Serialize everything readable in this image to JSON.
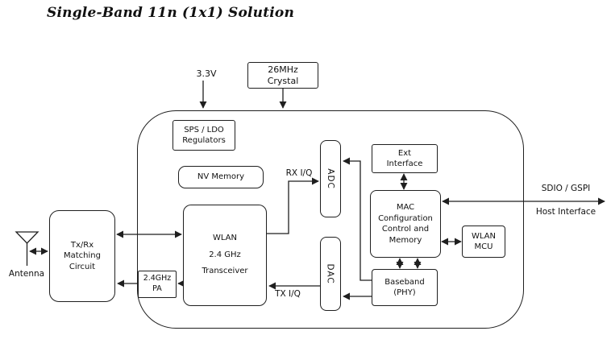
{
  "title": "Single-Band 11n (1x1) Solution",
  "external": {
    "supply": "3.3V",
    "crystal": "26MHz\nCrystal",
    "antenna": "Antenna",
    "matching": "Tx/Rx\nMatching\nCircuit",
    "sdio": "SDIO / GSPI",
    "host": "Host Interface"
  },
  "chip": {
    "regulators": "SPS / LDO\nRegulators",
    "nv_memory": "NV Memory",
    "transceiver": "WLAN\n2.4 GHz\nTransceiver",
    "adc": "ADC",
    "dac": "DAC",
    "ext_interface": "Ext\nInterface",
    "mac": "MAC\nConfiguration\nControl and\nMemory",
    "wlan_mcu": "WLAN\nMCU",
    "baseband": "Baseband\n(PHY)",
    "pa": "2.4GHz\nPA"
  },
  "signals": {
    "rx": "RX I/Q",
    "tx": "TX I/Q"
  },
  "colors": {
    "ink": "#1f1f1f",
    "background": "#ffffff"
  }
}
